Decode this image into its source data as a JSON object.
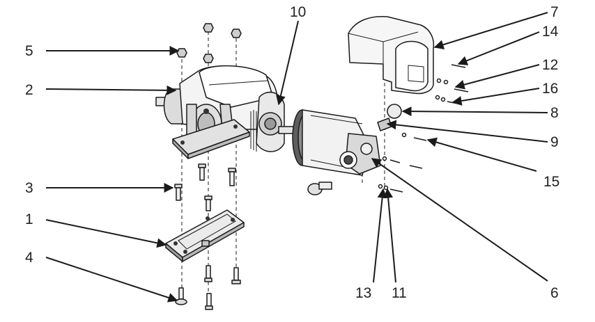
{
  "labels": {
    "l1": "1",
    "l2": "2",
    "l3": "3",
    "l4": "4",
    "l5": "5",
    "l6": "6",
    "l7": "7",
    "l8": "8",
    "l9": "9",
    "l10": "10",
    "l11": "11",
    "l12": "12",
    "l13": "13",
    "l14": "14",
    "l15": "15",
    "l16": "16"
  },
  "colors": {
    "line": "#1a1a1a",
    "light": "#f4f4f4",
    "mid": "#cfcfcf",
    "dark": "#5a5a5a"
  }
}
